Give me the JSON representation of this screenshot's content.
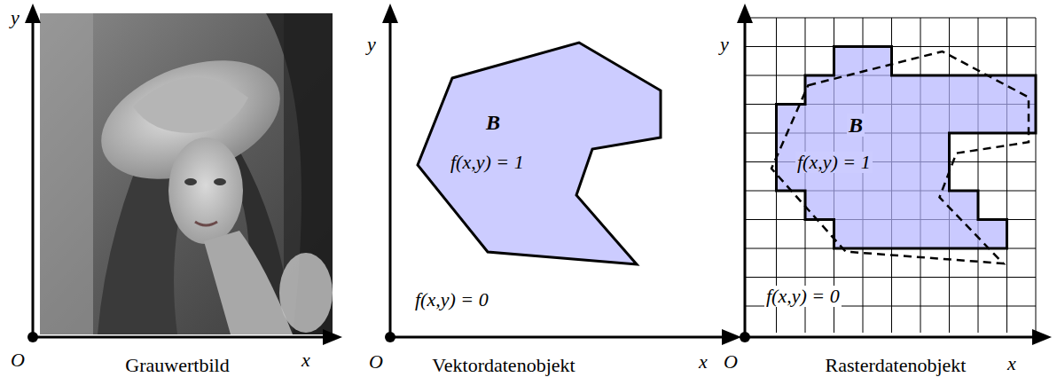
{
  "diagram": {
    "nodes": [
      {
        "text": [
          "B",
          "f(x,y) = 1"
        ]
      },
      {
        "text": [
          "B",
          "f(x,y) = 1"
        ]
      }
    ],
    "labels": [
      "y",
      "O",
      "Grauwertbild",
      "x",
      "y",
      "f(x,y) = 0",
      "O",
      "Vektordatenobjekt",
      "x",
      "y",
      "f(x,y) = 0",
      "O",
      "Rasterdatenobjekt",
      "x"
    ]
  }
}
